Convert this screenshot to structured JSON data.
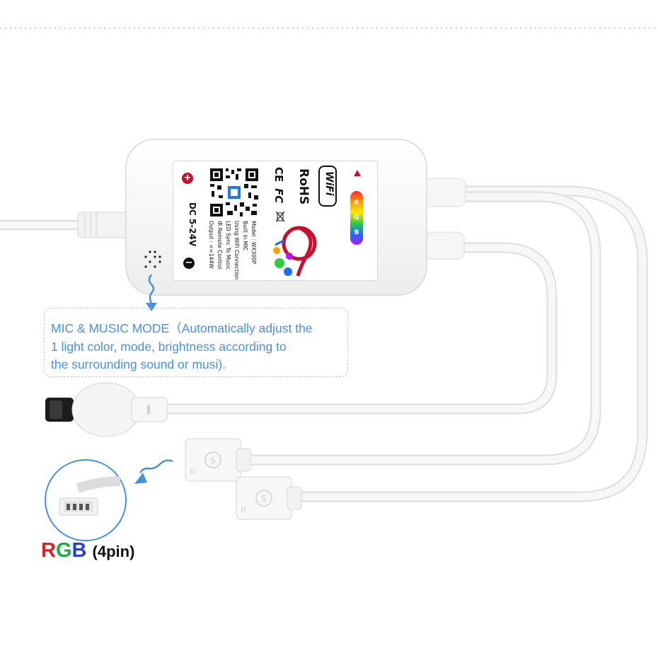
{
  "controller": {
    "label": {
      "model": "Model : WX300P",
      "features": [
        "Built in MIC",
        "Using WiFi Connection",
        "LED Sync To Music",
        "IR Remote Control",
        "Output : <=144W"
      ],
      "voltage": "DC 5-24V",
      "plus_sign": "+",
      "minus_sign": "−",
      "cert_rohs": "RoHS",
      "cert_ce": "CE",
      "cert_fc": "FC",
      "wifi_logo": "WiFi",
      "rgb_pill_letters": [
        "R",
        "G",
        "B"
      ]
    }
  },
  "mic_note": {
    "lines": [
      "MIC & MUSIC MODE（Automatically adjust the",
      "1 light color, mode, brightness according to",
      "the surrounding sound or musi)."
    ]
  },
  "rgb_connector": {
    "letters": [
      "R",
      "G",
      "B"
    ],
    "pin_text": "(4pin)"
  },
  "colors": {
    "accent_blue": "#4a90d9",
    "rgb_red": "#e02020",
    "rgb_green": "#1fa84a",
    "rgb_blue": "#2a3fd6"
  }
}
